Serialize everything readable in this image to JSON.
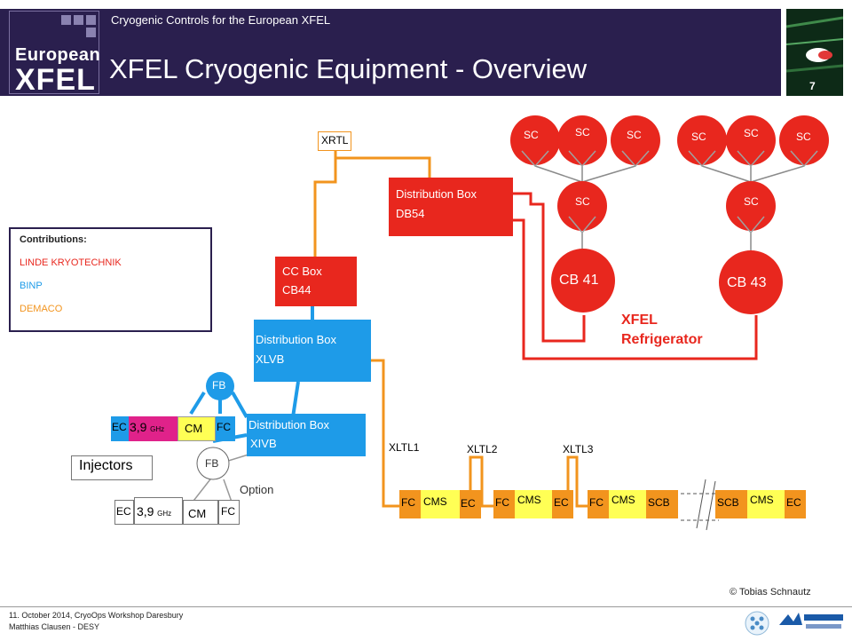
{
  "header": {
    "subtitle": "Cryogenic Controls for the European XFEL",
    "title": "XFEL Cryogenic Equipment - Overview",
    "page_number": "7",
    "logo_line1": "European",
    "logo_line2": "XFEL"
  },
  "footer": {
    "line1": "11. October 2014, CryoOps Workshop Daresbury",
    "line2": "Matthias Clausen - DESY",
    "copyright": "© Tobias Schnautz"
  },
  "colors": {
    "linde": "#e8271e",
    "binp": "#1e9be8",
    "demaco": "#f2941e",
    "header": "#2a1f4e"
  },
  "contributions": {
    "title": "Contributions:",
    "linde": "LINDE KRYOTECHNIK",
    "binp": "BINP",
    "demaco": "DEMACO"
  },
  "diagram": {
    "xrtl": "XRTL",
    "db54_line1": "Distribution Box",
    "db54_line2": "DB54",
    "ccbox_line1": "CC Box",
    "ccbox_line2": "CB44",
    "xlvb_line1": "Distribution Box",
    "xlvb_line2": "XLVB",
    "xivb_line1": "Distribution Box",
    "xivb_line2": "XIVB",
    "fb": "FB",
    "fb2": "FB",
    "option": "Option",
    "injectors": "Injectors",
    "inj1": {
      "ec": "EC",
      "freq": "3,9",
      "ghz": "GHz",
      "cm": "CM",
      "fc": "FC"
    },
    "inj2": {
      "ec": "EC",
      "freq": "3,9",
      "ghz": "GHz",
      "cm": "CM",
      "fc": "FC"
    },
    "xltl1": "XLTL1",
    "xltl2": "XLTL2",
    "xltl3": "XLTL3",
    "cb41": "CB 41",
    "cb43": "CB 43",
    "refrigerator_line1": "XFEL",
    "refrigerator_line2": "Refrigerator",
    "sc": "SC",
    "fc": "FC",
    "cms": "CMS",
    "ec": "EC",
    "scb": "SCB"
  }
}
